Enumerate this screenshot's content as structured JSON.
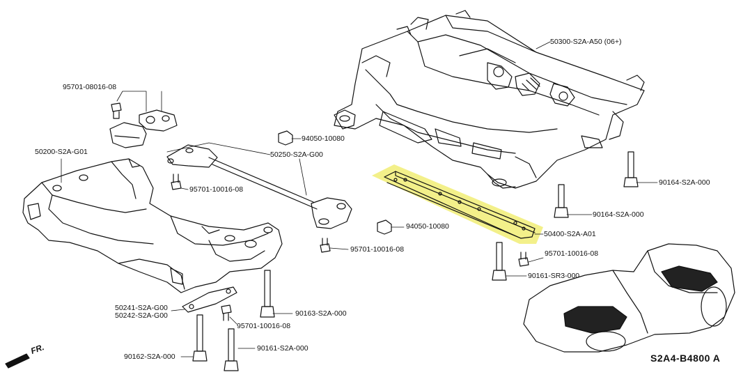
{
  "parts": {
    "subframe_rear": "50300-S2A-A50 (06+)",
    "bolt_95701_08016": "95701-08016-08",
    "nut_94050_top": "94050-10080",
    "subframe_front": "50200-S2A-G01",
    "stiffener_bar": "50250-S2A-G00",
    "bolt_95701_left": "95701-10016-08",
    "nut_94050_mid": "94050-10080",
    "bolt_95701_center": "95701-10016-08",
    "plate_50400": "50400-S2A-A01",
    "bolt_90164_upper": "90164-S2A-000",
    "bolt_90164_lower": "90164-S2A-000",
    "bolt_95701_right": "95701-10016-08",
    "bolt_90161_sr3": "90161-SR3-000",
    "bracket_50241": "50241-S2A-G00",
    "bracket_50242": "50242-S2A-G00",
    "bolt_90163": "90163-S2A-000",
    "bolt_95701_bottom": "95701-10016-08",
    "bolt_90161_s2a": "90161-S2A-000",
    "bolt_90162": "90162-S2A-000"
  },
  "direction_label": "FR.",
  "diagram_code": "S2A4-B4800 A",
  "highlight_color": "#f3f08a"
}
